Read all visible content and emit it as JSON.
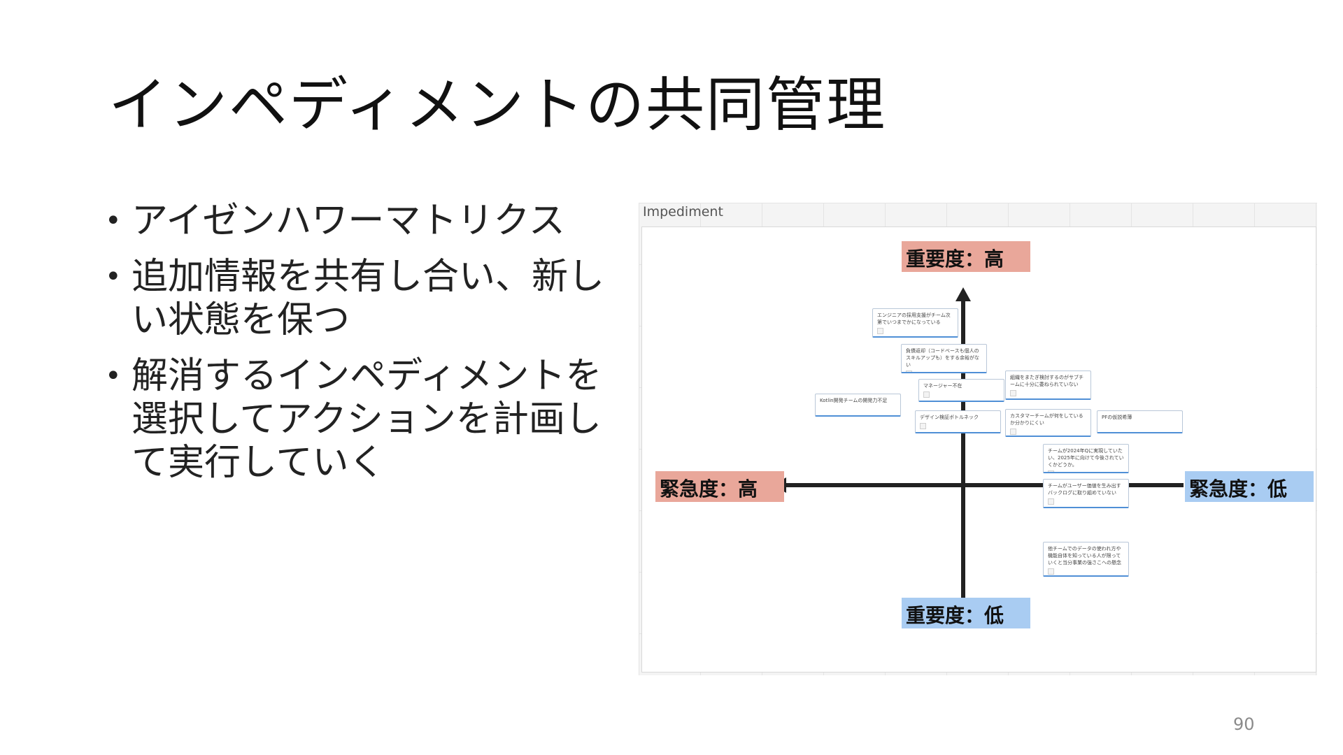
{
  "slide": {
    "title": "インペディメントの共同管理",
    "bullets": [
      "アイゼンハワーマトリクス",
      "追加情報を共有し合い、新しい状態を保つ",
      "解消するインペディメントを選択してアクションを計画して実行していく"
    ],
    "bullet_marker": "•",
    "page_number": "90"
  },
  "board": {
    "title": "Impediment",
    "axis_labels": {
      "top": "重要度：高",
      "bottom": "重要度：低",
      "left": "緊急度：高",
      "right": "緊急度：低"
    },
    "colors": {
      "high_label_bg": "#e9a79a",
      "low_label_bg": "#a9ccf2",
      "axis": "#222222",
      "card_accent": "#4f8fd6"
    },
    "cards": [
      "エンジニアの採用支援がチーム次第でいつまでかになっている",
      "負債返却（コードベースも個人のスキルアップも）をする余裕がない",
      "マネージャー不在",
      "組織をまたぎ検討するのがサブチームに十分に委ねられていない",
      "Kotlin開発チームの開発力不足",
      "デザイン検証ボトルネック",
      "カスタマーチームが何をしているか分かりにくい",
      "PFの仮説希薄",
      "チームが2024年Qに実現していたい、2025年に向けて今後されていくかどうか。",
      "チームがユーザー価値を生み出すバックログに取り組めていない",
      "他チームでのデータの使われ方や機能自体を知っている人が限っていくと当分事業の強さこへの懸念"
    ]
  }
}
